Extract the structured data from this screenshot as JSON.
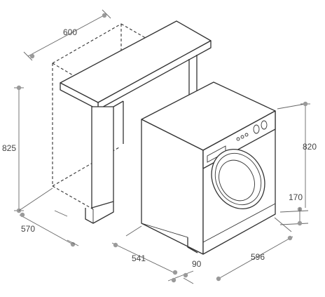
{
  "dimensions": {
    "cabinet_width": "600",
    "cabinet_height": "825",
    "cabinet_depth": "570",
    "machine_depth": "541",
    "door_gap": "90",
    "machine_width": "596",
    "machine_height": "820",
    "plinth_height": "170"
  }
}
